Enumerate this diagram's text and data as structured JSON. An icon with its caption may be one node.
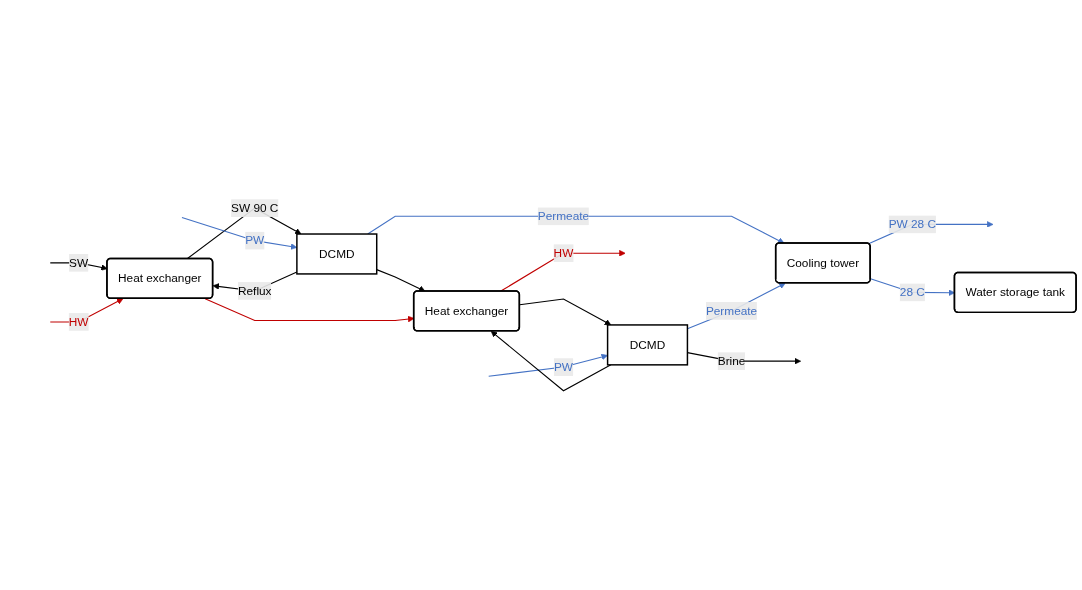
{
  "diagram": {
    "nodes": [
      {
        "text": [
          "Heat exchanger"
        ]
      },
      {
        "text": [
          "DCMD"
        ]
      },
      {
        "text": [
          "Heat exchanger"
        ]
      },
      {
        "text": [
          "DCMD"
        ]
      },
      {
        "text": [
          "Cooling tower"
        ]
      },
      {
        "text": [
          "Water storage tank"
        ]
      }
    ],
    "edges": [
      {
        "from": null,
        "to": 0,
        "arrow": "to",
        "label": "SW"
      },
      {
        "from": null,
        "to": 0,
        "arrow": "to",
        "label": "HW",
        "color": "#c00000"
      },
      {
        "from": 0,
        "to": 1,
        "arrow": "to",
        "label": "SW 90 C"
      },
      {
        "from": null,
        "to": 1,
        "arrow": "to",
        "label": "PW",
        "color": "#4472c4"
      },
      {
        "from": 1,
        "to": 0,
        "arrow": "to",
        "label": "Reflux"
      },
      {
        "from": 1,
        "to": 2,
        "arrow": "to"
      },
      {
        "from": 1,
        "to": 4,
        "arrow": "to",
        "label": "Permeate",
        "color": "#4472c4"
      },
      {
        "from": 0,
        "to": 2,
        "arrow": "to",
        "color": "#c00000"
      },
      {
        "from": 2,
        "to": 3,
        "arrow": "to"
      },
      {
        "from": null,
        "to": 3,
        "arrow": "to",
        "label": "PW",
        "color": "#4472c4"
      },
      {
        "from": 3,
        "to": 2,
        "arrow": "to"
      },
      {
        "from": 3,
        "to": null,
        "arrow": "to",
        "label": "Brine"
      },
      {
        "from": 3,
        "to": 4,
        "arrow": "to",
        "label": "Permeate",
        "color": "#4472c4"
      },
      {
        "from": 2,
        "to": null,
        "arrow": "to",
        "label": "HW",
        "color": "#c00000"
      },
      {
        "from": 4,
        "to": null,
        "arrow": "to",
        "label": "PW 28 C",
        "color": "#4472c4"
      },
      {
        "from": 4,
        "to": 5,
        "arrow": "to",
        "label": "28 C",
        "color": "#4472c4"
      }
    ]
  }
}
